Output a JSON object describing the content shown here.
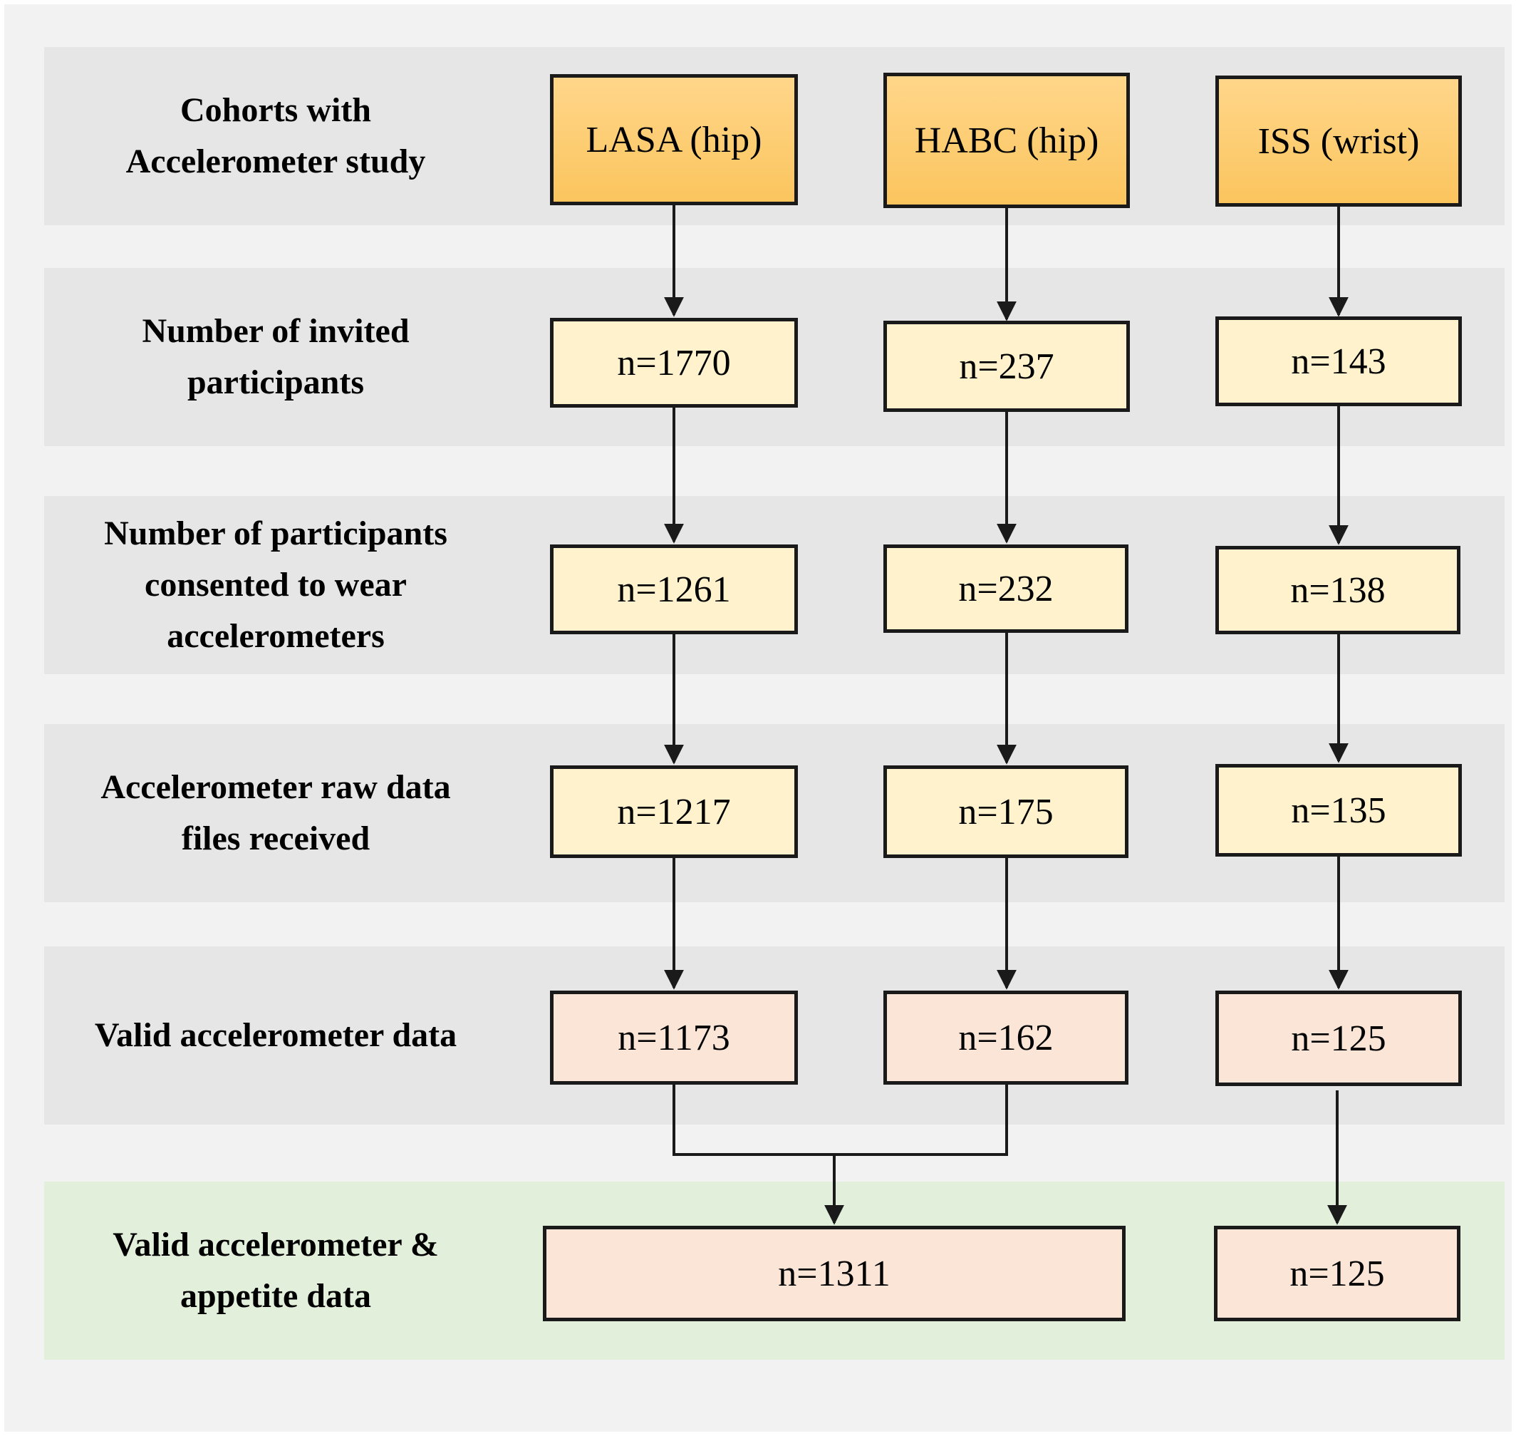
{
  "rows": [
    {
      "label": "Cohorts with\nAccelerometer study",
      "cells": [
        "LASA (hip)",
        "HABC (hip)",
        "ISS (wrist)"
      ]
    },
    {
      "label": "Number of invited\nparticipants",
      "cells": [
        "n=1770",
        "n=237",
        "n=143"
      ]
    },
    {
      "label": "Number of participants\nconsented to wear\naccelerometers",
      "cells": [
        "n=1261",
        "n=232",
        "n=138"
      ]
    },
    {
      "label": "Accelerometer raw data\nfiles received",
      "cells": [
        "n=1217",
        "n=175",
        "n=135"
      ]
    },
    {
      "label": "Valid accelerometer data",
      "cells": [
        "n=1173",
        "n=162",
        "n=125"
      ]
    },
    {
      "label": "Valid accelerometer &\nappetite data",
      "cells": [
        "n=1311",
        "n=125"
      ]
    }
  ],
  "colors": {
    "band": "#e6e6e6",
    "band_final": "#e2efda",
    "cohort_box": "#fbc55e",
    "count_box": "#fff2cc",
    "valid_box": "#fbe5d6"
  }
}
